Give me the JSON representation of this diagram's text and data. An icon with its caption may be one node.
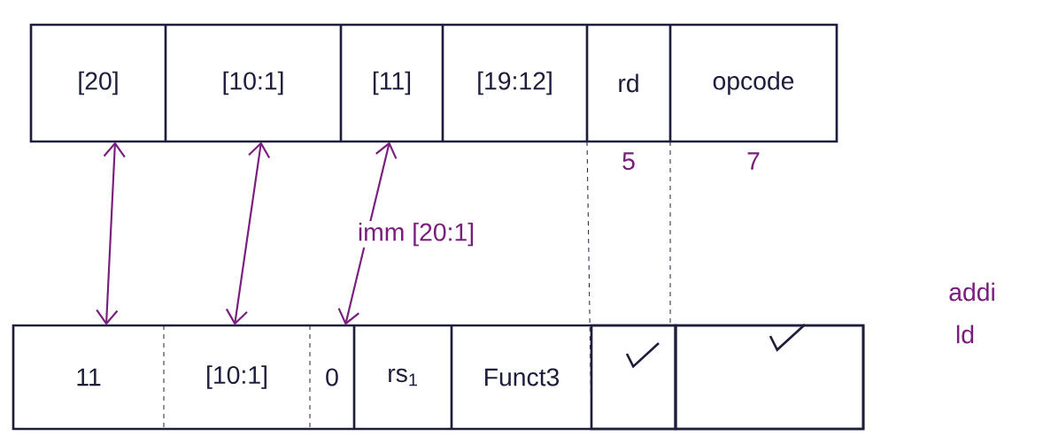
{
  "diagram": {
    "nodes": [
      {
        "text": [
          "[20]"
        ]
      },
      {
        "text": [
          "[10:1]"
        ]
      },
      {
        "text": [
          "[11]"
        ]
      },
      {
        "text": [
          "[19:12]"
        ]
      },
      {
        "text": [
          "rd"
        ],
        "beside": [
          "5"
        ]
      },
      {
        "text": [
          "opcode"
        ],
        "beside": [
          "7"
        ]
      },
      {
        "text": [
          "11"
        ]
      },
      {
        "text": [
          "[10:1]"
        ]
      },
      {
        "text": [
          "0"
        ]
      },
      {
        "text": [
          "rs$_{1}$"
        ]
      },
      {
        "text": [
          "Funct3"
        ]
      },
      {
        "text": [],
        "shape": "box"
      },
      {
        "text": [],
        "shape": "box"
      }
    ],
    "edges": [
      {
        "from": 0,
        "to": 6,
        "arrow": "both"
      },
      {
        "from": 1,
        "to": 7,
        "arrow": "both"
      },
      {
        "from": 2,
        "to": 8,
        "arrow": "both"
      }
    ],
    "labels": [
      "imm [20:1]",
      "addi",
      "ld"
    ]
  }
}
